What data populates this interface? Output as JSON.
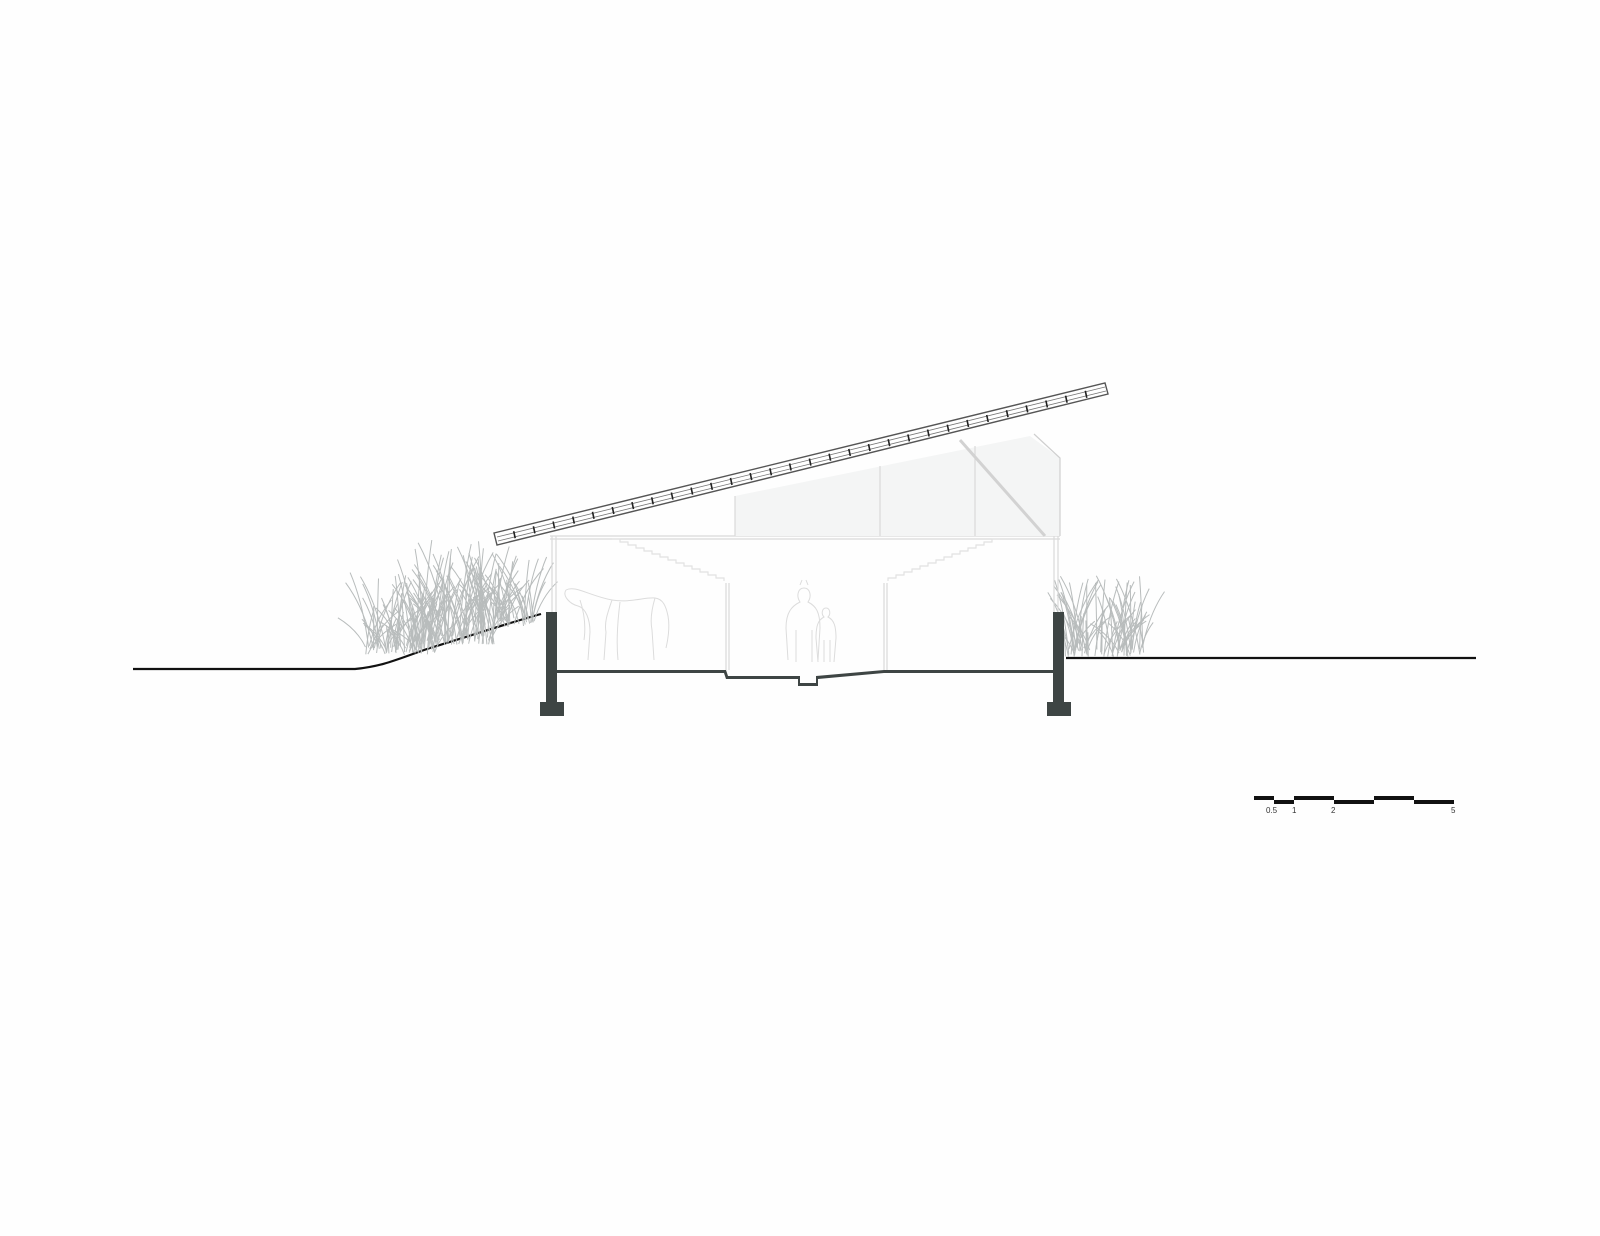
{
  "scale_bar": {
    "labels": [
      "0.5",
      "1",
      "2",
      "5"
    ]
  },
  "colors": {
    "background": "#fefefe",
    "ground_line": "#111111",
    "concrete": "#3e4544",
    "roof_outline": "#555555",
    "light_line": "#d6d6d6",
    "vegetation": "#b8bcbc",
    "figure_line": "#dcdcdc"
  },
  "elements": {
    "roof": "shed-roof",
    "foundation": "strip-foundation",
    "vegetation": "grass-clumps",
    "figures": [
      "horse",
      "person",
      "child"
    ]
  }
}
